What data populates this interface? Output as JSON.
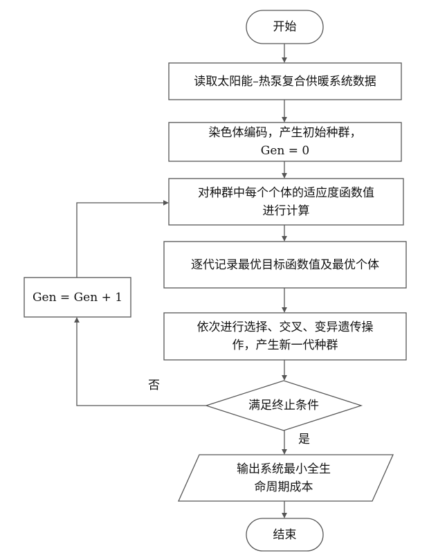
{
  "flowchart": {
    "start": "开始",
    "read_data": "读取太阳能–热泵复合供暖系统数据",
    "encode": {
      "line1": "染色体编码，产生初始种群，",
      "line2": "Gen = 0"
    },
    "fitness": {
      "line1": "对种群中每个个体的适应度函数值",
      "line2": "进行计算"
    },
    "record": "逐代记录最优目标函数值及最优个体",
    "operators": {
      "line1": "依次进行选择、交叉、变异遗传操",
      "line2": "作，产生新一代种群"
    },
    "condition": "满足终止条件",
    "output": {
      "line1": "输出系统最小全生",
      "line2": "命周期成本"
    },
    "end": "结束",
    "increment": "Gen = Gen + 1",
    "label_no": "否",
    "label_yes": "是"
  }
}
